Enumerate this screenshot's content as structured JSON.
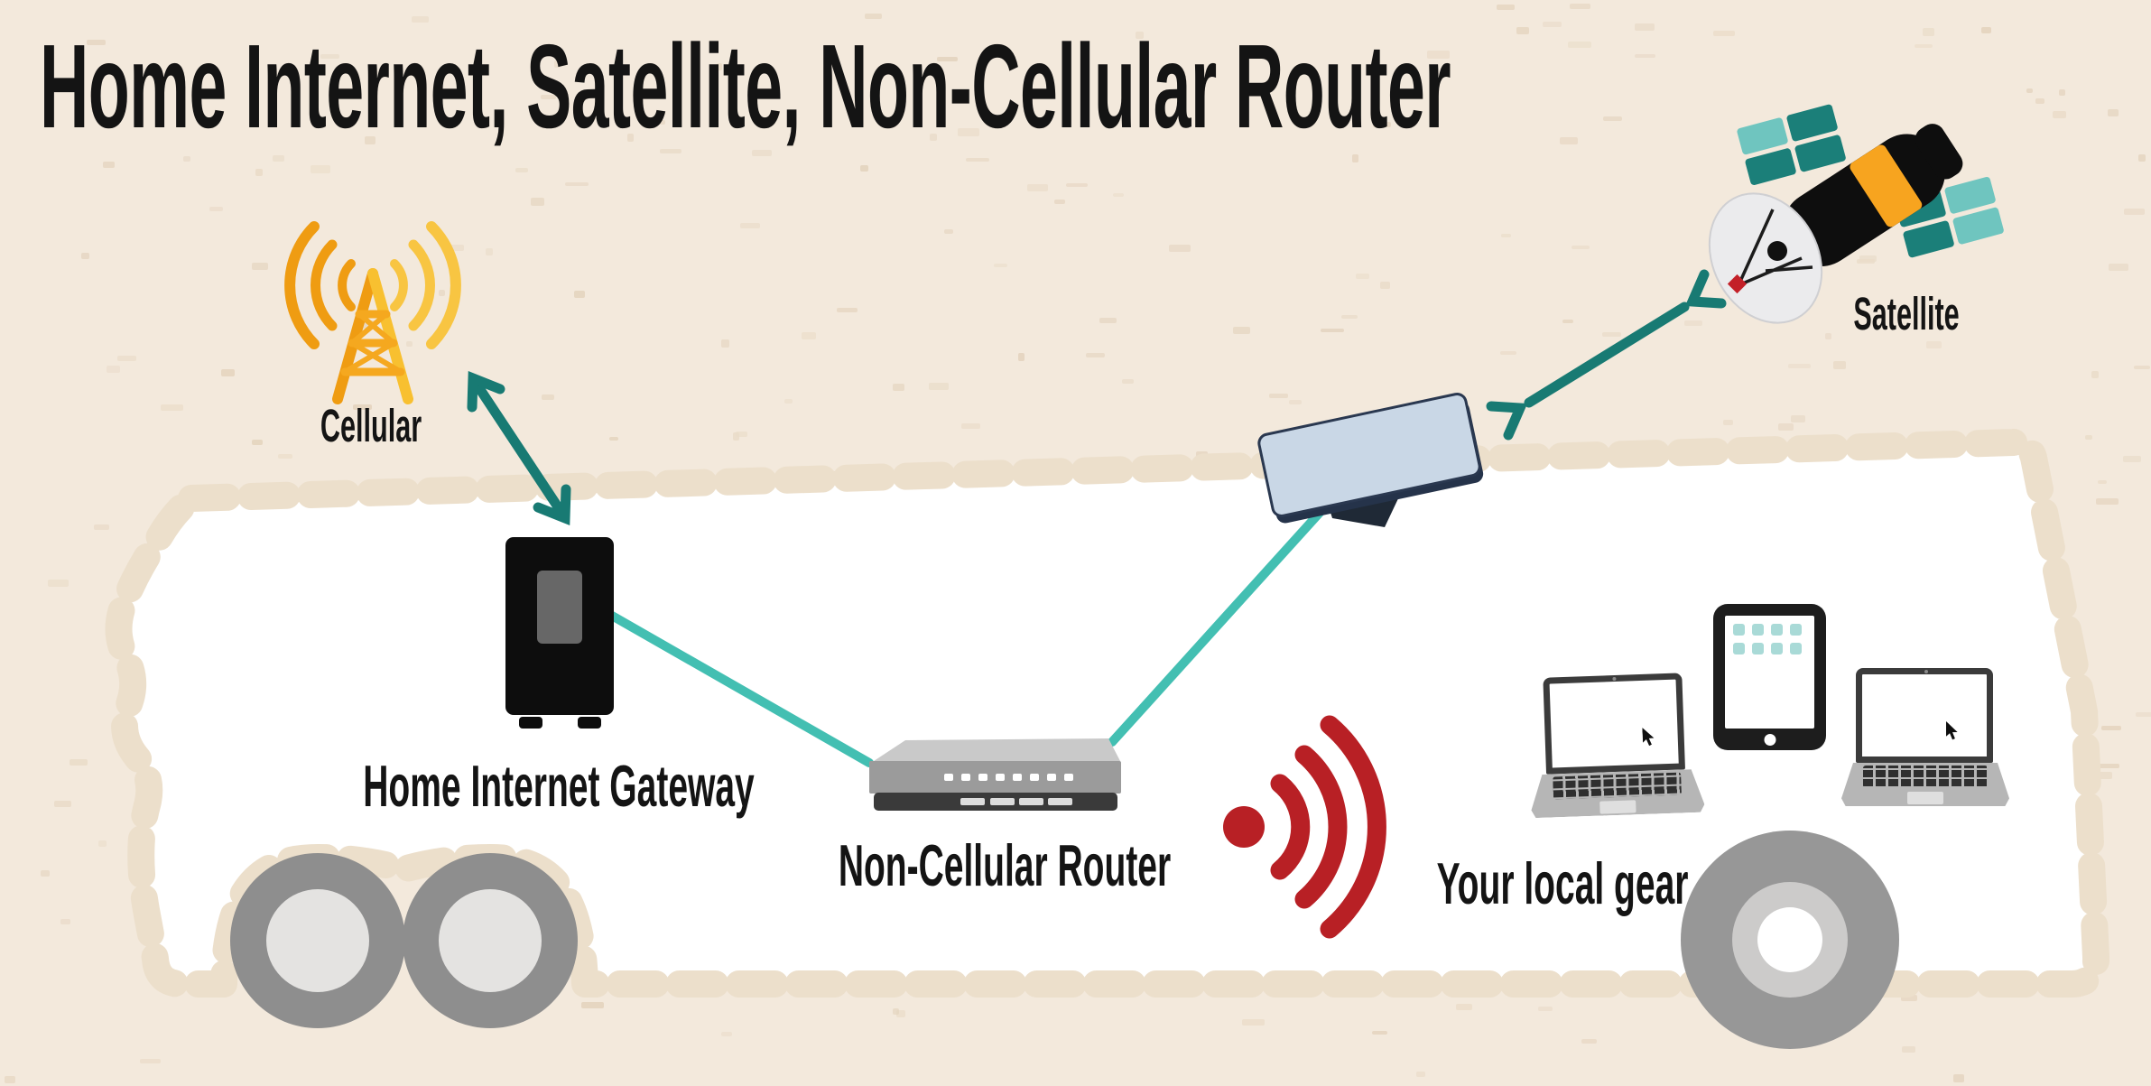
{
  "title": "Home Internet, Satellite, Non-Cellular Router",
  "nodes": {
    "cellular": {
      "label": "Cellular",
      "icon": "cellular-tower-icon"
    },
    "satellite": {
      "label": "Satellite",
      "icon": "satellite-icon"
    },
    "roof_dish": {
      "icon": "flat-satellite-dish-icon"
    },
    "home_internet_gateway": {
      "label": "Home Internet Gateway",
      "icon": "gateway-box-icon"
    },
    "non_cellular_router": {
      "label": "Non-Cellular Router",
      "icon": "router-icon"
    },
    "wifi": {
      "icon": "wifi-signal-icon"
    },
    "local_gear": {
      "label": "Your local gear",
      "icons": [
        "laptop-icon",
        "tablet-icon",
        "laptop-icon"
      ]
    }
  },
  "connections": [
    {
      "from": "cellular",
      "to": "home_internet_gateway",
      "style": "double-arrow",
      "color": "#187a73"
    },
    {
      "from": "satellite",
      "to": "roof_dish",
      "style": "double-arrow",
      "color": "#187a73"
    },
    {
      "from": "home_internet_gateway",
      "to": "non_cellular_router",
      "style": "line",
      "color": "#43bfb2"
    },
    {
      "from": "roof_dish",
      "to": "non_cellular_router",
      "style": "line",
      "color": "#43bfb2"
    },
    {
      "from": "non_cellular_router",
      "to": "local_gear",
      "style": "wifi-signal",
      "color": "#b82025"
    }
  ],
  "scene": {
    "vehicle": "rv-body-outline",
    "wheel_count": 3
  },
  "colors": {
    "background": "#f3e9dc",
    "body_fill": "#ffffff",
    "body_dots": "#ecdfcb",
    "title_text": "#0d0d0d",
    "arrow_teal": "#187a73",
    "line_teal": "#43bfb2",
    "wifi_red": "#b82025",
    "cellular_orange": "#ef9c12",
    "cellular_yellow": "#f8c542",
    "satellite_panel_dark": "#1b7f79",
    "satellite_panel_light": "#6fc5bf",
    "satellite_band_orange": "#f7a41f",
    "dish_panel": "#c9d7e6",
    "wheel_gray": "#8e8e8e"
  }
}
